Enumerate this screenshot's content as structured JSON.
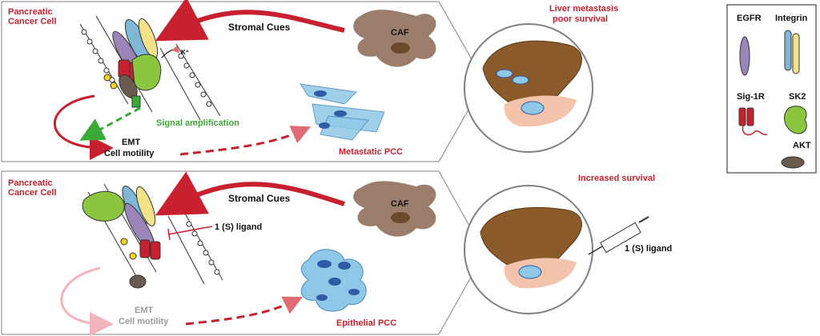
{
  "colors": {
    "red": "#c8202f",
    "green": "#3aa935",
    "grey_text": "#9a9a9a",
    "caf": "#9b7d6c",
    "caf_nucleus": "#6b4a2c",
    "liver": "#8a5a2b",
    "pancreas": "#f4c3ab",
    "cell_blue": "#8fc8e6",
    "nucleus_blue": "#2f5aa6",
    "akt": "#6b5a4e",
    "egfr": "#9b84b8",
    "integrin_a": "#7fb8d6",
    "integrin_b": "#f2e28a",
    "sk2": "#8cc63e"
  },
  "top_panel": {
    "cell_label": "Pancreatic Cancer Cell",
    "stromal_cues": "Stromal Cues",
    "caf": "CAF",
    "k_plus": "K⁺",
    "signal_amplification": "Signal amplification",
    "emt": "EMT",
    "cell_motility": "Cell motility",
    "pcc_label": "Metastatic PCC",
    "outcome": [
      "Liver metastasis",
      "poor survival"
    ]
  },
  "bottom_panel": {
    "cell_label": "Pancreatic Cancer Cell",
    "stromal_cues": "Stromal Cues",
    "caf": "CAF",
    "ligand": "1 (S) ligand",
    "emt": "EMT",
    "cell_motility": "Cell motility",
    "pcc_label": "Epithelial PCC",
    "outcome": "Increased survival",
    "syringe_label": "1 (S) ligand"
  },
  "legend": {
    "egfr": "EGFR",
    "integrin": "Integrin",
    "sig1r": "Sig-1R",
    "sk2": "SK2",
    "akt": "AKT"
  }
}
